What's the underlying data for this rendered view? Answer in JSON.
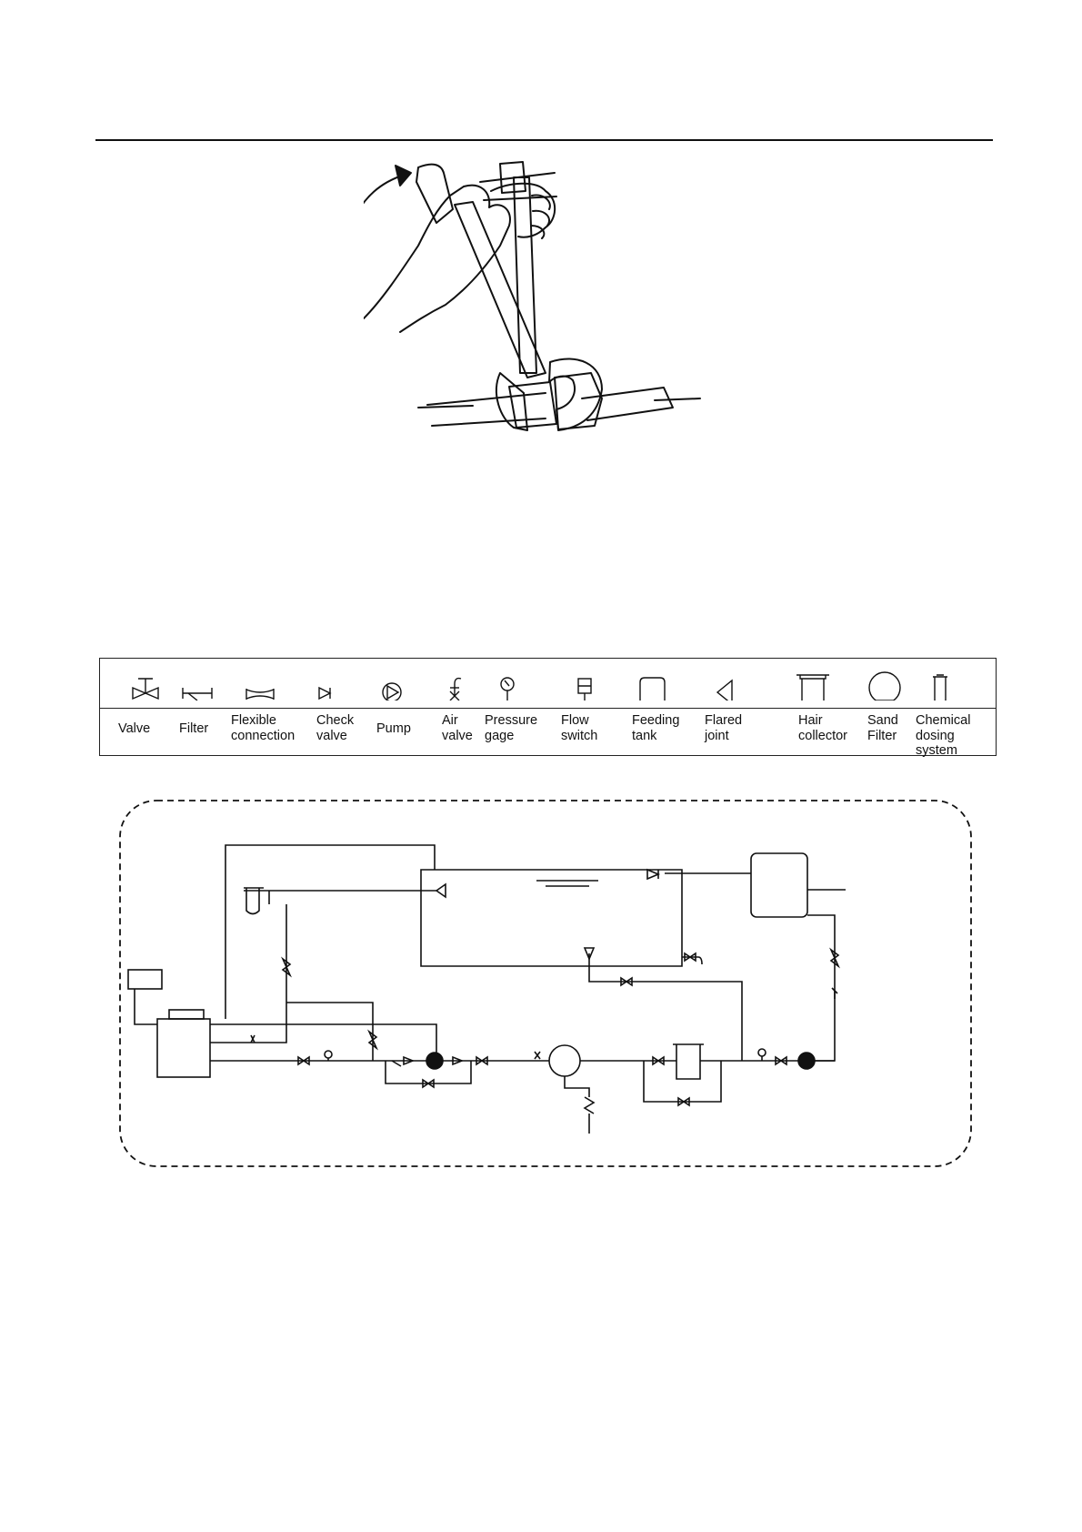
{
  "legend": {
    "items": [
      {
        "icon": "valve-icon",
        "label": "Valve"
      },
      {
        "icon": "filter-icon",
        "label": "Filter"
      },
      {
        "icon": "flexible-connection-icon",
        "label": "Flexible\nconnection"
      },
      {
        "icon": "check-valve-icon",
        "label": "Check\nvalve"
      },
      {
        "icon": "pump-icon",
        "label": "Pump"
      },
      {
        "icon": "air-valve-icon",
        "label": "Air\nvalve"
      },
      {
        "icon": "pressure-gage-icon",
        "label": "Pressure\ngage"
      },
      {
        "icon": "flow-switch-icon",
        "label": "Flow\nswitch"
      },
      {
        "icon": "feeding-tank-icon",
        "label": "Feeding\ntank"
      },
      {
        "icon": "flared-joint-icon",
        "label": "Flared\njoint"
      },
      {
        "icon": "hair-collector-icon",
        "label": "Hair\ncollector"
      },
      {
        "icon": "sand-filter-icon",
        "label": "Sand\nFilter"
      },
      {
        "icon": "chemical-dosing-system-icon",
        "label": "Chemical\ndosing system"
      }
    ]
  },
  "colors": {
    "line": "#111111",
    "background": "#ffffff"
  }
}
